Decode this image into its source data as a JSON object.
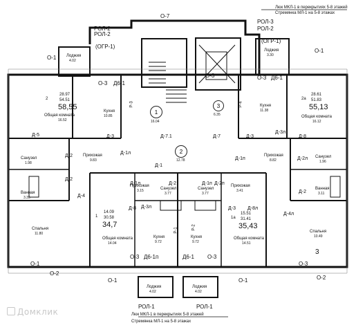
{
  "axes": {
    "o7": "О-7",
    "o1_tl": "О-1",
    "o3_l": "О-3",
    "o3_mid": "О-3",
    "o3_r": "О-3",
    "o1_r": "О-1",
    "o1_bl": "О-1",
    "o2_bl": "О-2",
    "o3_b1": "О-3",
    "o3_b2": "О-3",
    "o1_b": "О-1",
    "o1_br": "О-1",
    "o2_br": "О-2",
    "o3_br": "О-3"
  },
  "marks": {
    "rol2_a": "РОЛ-2",
    "rol2_b": "РОЛ-2",
    "rol3": "РОЛ-3",
    "rol2_r": "РОЛ-2",
    "ogr1_l": "(ОГР-1)",
    "ogr1_r": "(ОГР-1)",
    "rol1_bl": "РОЛ-1",
    "rol1_br": "РОЛ-1",
    "db1_l": "Д6-1",
    "db1_r": "Д6-1",
    "db1n_b": "Д6-1п",
    "db1_b": "Д6-1"
  },
  "notes": {
    "top_1": "Люк МКЛ-1 в перекрытиях 5-8 этажей",
    "top_2": "Стремянка МЛ-1 на 5-8 этажах",
    "bot_1": "Люк МКЛ-1 в перекрытиях 5-8 этажей",
    "bot_2": "Стремянка МЛ-1 на 5-8 этажах"
  },
  "apartments": {
    "a2": {
      "num": "2",
      "area_top": "28.97",
      "area_mid": "54.51",
      "area_big": "58,55"
    },
    "a2a": {
      "num": "2а",
      "area_top": "28.61",
      "area_mid": "51.83",
      "area_big": "55,13"
    },
    "a1": {
      "num": "1",
      "area_top": "14.09",
      "area_mid": "30.58",
      "area_big": "34,7"
    },
    "a1a": {
      "num": "1а",
      "area_top": "15.51",
      "area_mid": "31.41",
      "area_big": "35,43"
    }
  },
  "rooms": {
    "loggia_tl": {
      "name": "Лоджия",
      "area": "4.02"
    },
    "loggia_tr": {
      "name": "Лоджия",
      "area": "3.30"
    },
    "living_l": {
      "name": "Общая комната",
      "area": "16.52"
    },
    "kitchen_l": {
      "name": "Кухня",
      "area": "10.85"
    },
    "kitchen_r": {
      "name": "Кухня",
      "area": "11.38"
    },
    "living_r": {
      "name": "Общая комната",
      "area": "16.12"
    },
    "hall_l": {
      "name": "Прихожая",
      "area": "9.83"
    },
    "hall_r": {
      "name": "Прихожая",
      "area": "8.82"
    },
    "wc_l": {
      "name": "Санузел",
      "area": "1.98"
    },
    "wc_r": {
      "name": "Санузел",
      "area": "1.96"
    },
    "bath_l": {
      "name": "Ванная",
      "area": "3.35"
    },
    "bath_r": {
      "name": "Ванная",
      "area": "3.11"
    },
    "bed_l": {
      "name": "Спальня",
      "area": "11.80"
    },
    "bed_r": {
      "name": "Спальня",
      "area": "10.49"
    },
    "hall_c1": {
      "name": "Прихожая",
      "area": "3.15"
    },
    "hall_c2": {
      "name": "Прихожая",
      "area": "3.41"
    },
    "wc_c1": {
      "name": "Санузел",
      "area": "3.77"
    },
    "wc_c2": {
      "name": "Санузел",
      "area": "3.77"
    },
    "living_c1": {
      "name": "Общая комната",
      "area": "14.04"
    },
    "living_c2": {
      "name": "Общая комната",
      "area": "14.51"
    },
    "kitchen_c1": {
      "name": "Кухня",
      "area": "9.72"
    },
    "kitchen_c2": {
      "name": "Кухня",
      "area": "9.72"
    },
    "loggia_bl": {
      "name": "Лоджия",
      "area": "4.02"
    },
    "loggia_br": {
      "name": "Лоджия",
      "area": "4.02"
    }
  },
  "circles": {
    "c1": "1",
    "c2": "2",
    "c3": "3"
  },
  "circle_areas": {
    "c1": "16.04",
    "c2": "12.78",
    "c3": "6.35"
  },
  "doors": {
    "d5": "Д-5",
    "d2_l": "Д-2",
    "d3_l": "Д-3",
    "d1l": "Д-1л",
    "d1_c": "Д-1",
    "d71": "Д-7.1",
    "d7": "Д-7",
    "d3_r": "Д-3",
    "d3l": "Д-3л",
    "d8_r": "Д-8",
    "d2l_r": "Д-2л",
    "d2_r": "Д-2",
    "d4_l": "Д-4",
    "d2_c": "Д-2",
    "d8_c": "Д-8",
    "d3l_c": "Д-3л",
    "d2p": "Д-2п",
    "d1p": "Д-1п",
    "d3_c": "Д-3",
    "d8l": "Д-8л",
    "d4l": "Д-4л",
    "d2_rr": "Д-2",
    "r3": "Р-3",
    "r4": "Р-4",
    "r1": "Р-1",
    "r2": "Р-2",
    "d1n_l": "Д-1л",
    "d1n_r": "Д-1п"
  },
  "fig": {
    "num3": "3"
  },
  "watermark": "Домклик"
}
